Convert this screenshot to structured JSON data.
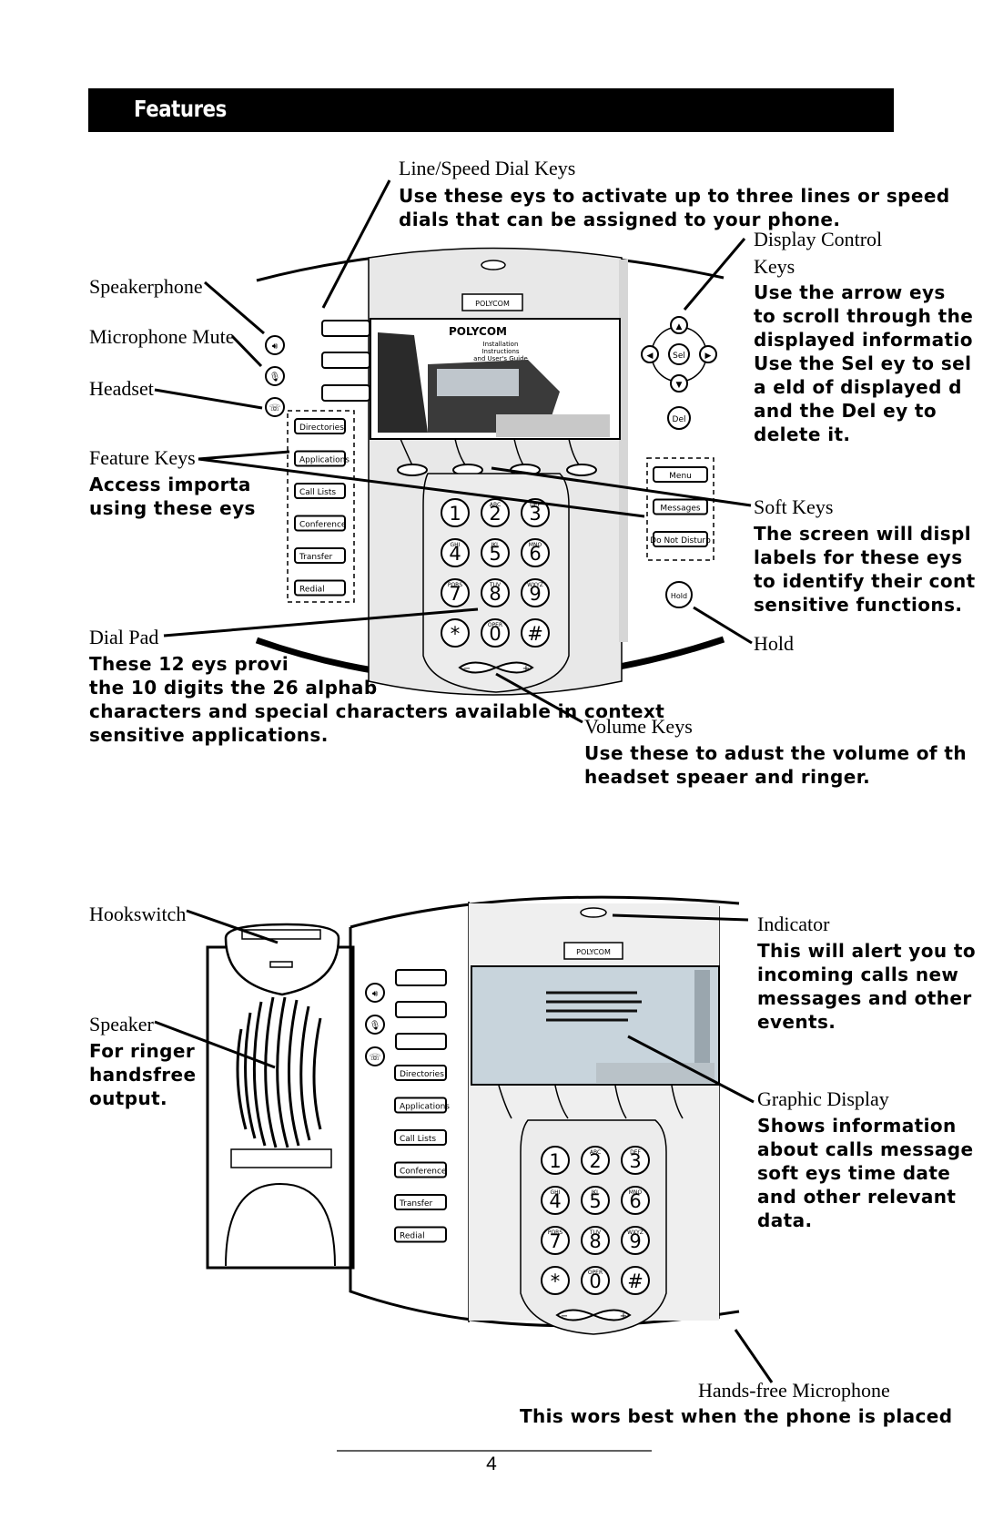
{
  "header": {
    "title": "Features"
  },
  "callouts": {
    "line_keys": {
      "label": "Line/Speed Dial Keys",
      "desc": "Use these eys to activate up to three lines or speed\ndials that can be assigned to your phone."
    },
    "speakerphone": {
      "label": "Speakerphone"
    },
    "mic_mute": {
      "label": "Microphone Mute"
    },
    "headset": {
      "label": "Headset"
    },
    "feature_keys": {
      "label": "Feature Keys",
      "desc": "Access importa\nusing these eys"
    },
    "display_control": {
      "label_1": "Display Control",
      "label_2": "Keys",
      "desc": "Use the arrow eys\nto scroll through the\ndisplayed informatio\nUse the Sel ey to sel\na eld of displayed d\nand the Del ey to\ndelete it."
    },
    "soft_keys": {
      "label": "Soft Keys",
      "desc": "The screen will displ\nlabels for these eys\nto identify their cont\nsensitive functions."
    },
    "hold": {
      "label": "Hold"
    },
    "dial_pad": {
      "label": "Dial Pad",
      "desc_1": "These 12 eys provi",
      "desc_2": "the 10 digits the 26 alphab",
      "desc_3": "characters and special characters available in context\nsensitive applications."
    },
    "volume_keys": {
      "label": "Volume Keys",
      "desc": "Use these to adust the volume of th\nheadset speaer and ringer."
    },
    "hookswitch": {
      "label": "Hookswitch"
    },
    "speaker": {
      "label": "Speaker",
      "desc": "For ringer\nhandsfree\noutput."
    },
    "indicator": {
      "label": "Indicator",
      "desc": "This will alert you to\nincoming calls new\nmessages and other\nevents."
    },
    "graphic_display": {
      "label": "Graphic Display",
      "desc": "Shows information\nabout calls message\nsoft eys time date\nand other relevant\ndata."
    },
    "handsfree_mic": {
      "label": "Hands-free Microphone",
      "desc": "This wors best when the phone is placed"
    }
  },
  "phone": {
    "brand": "POLYCOM",
    "screen_brand": "POLYCOM",
    "screen_lines": [
      "Installation",
      "Instructions",
      "and User's Guide"
    ],
    "feature_buttons": [
      "Directories",
      "Applications",
      "Call Lists",
      "Conference",
      "Transfer",
      "Redial"
    ],
    "softkey_buttons": [
      "Menu",
      "Messages",
      "Do Not Disturb"
    ],
    "nav": {
      "sel": "Sel",
      "del": "Del",
      "hold": "Hold"
    },
    "keys": [
      {
        "digit": "1",
        "letters": ""
      },
      {
        "digit": "2",
        "letters": "ABC"
      },
      {
        "digit": "3",
        "letters": "DEF"
      },
      {
        "digit": "4",
        "letters": "GHI"
      },
      {
        "digit": "5",
        "letters": "JKL"
      },
      {
        "digit": "6",
        "letters": "MNO"
      },
      {
        "digit": "7",
        "letters": "PQRS"
      },
      {
        "digit": "8",
        "letters": "TUV"
      },
      {
        "digit": "9",
        "letters": "WXYZ"
      },
      {
        "digit": "*",
        "letters": ""
      },
      {
        "digit": "0",
        "letters": "OPER"
      },
      {
        "digit": "#",
        "letters": ""
      }
    ],
    "volume": {
      "minus": "−",
      "plus": "+"
    }
  },
  "footer": {
    "page_number": "4"
  }
}
